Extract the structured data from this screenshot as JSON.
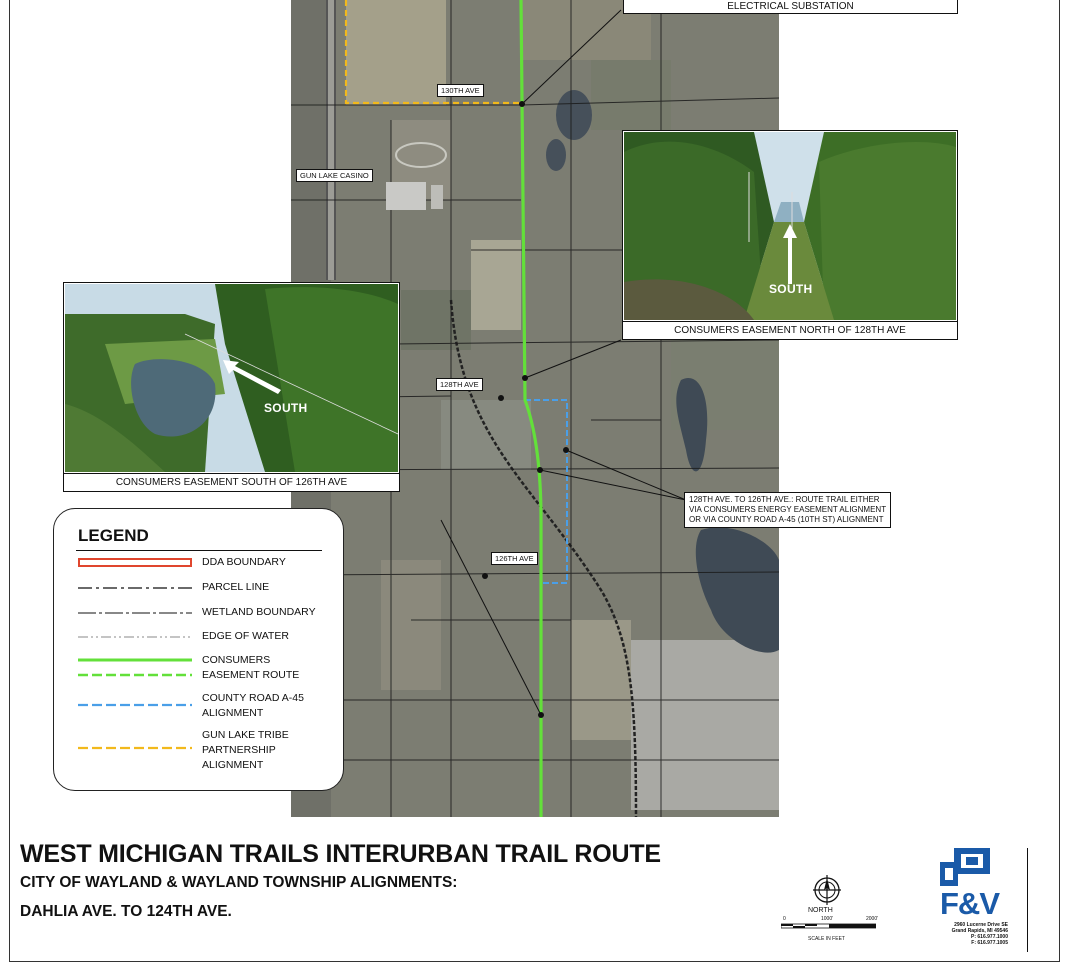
{
  "labels": {
    "substation": "ELECTRICAL SUBSTATION",
    "ave130": "130TH AVE",
    "casino": "GUN LAKE CASINO",
    "ave128": "128TH AVE",
    "ave126": "126TH AVE"
  },
  "photos": {
    "north": {
      "caption": "CONSUMERS EASEMENT NORTH OF 128TH AVE",
      "arrow_label": "SOUTH"
    },
    "south": {
      "caption": "CONSUMERS EASEMENT SOUTH OF 126TH AVE",
      "arrow_label": "SOUTH"
    }
  },
  "callout": {
    "lines": [
      "128TH AVE. TO 126TH AVE.: ROUTE TRAIL EITHER",
      "VIA CONSUMERS ENERGY EASEMENT ALIGNMENT",
      "OR VIA COUNTY ROAD A-45 (10TH ST) ALIGNMENT"
    ]
  },
  "legend": {
    "title": "LEGEND",
    "items": [
      {
        "label": "DDA BOUNDARY",
        "label2": "",
        "label3": "",
        "color": "#e0462e"
      },
      {
        "label": "PARCEL LINE",
        "label2": "",
        "label3": "",
        "color": "#111111"
      },
      {
        "label": "WETLAND BOUNDARY",
        "label2": "",
        "label3": "",
        "color": "#111111"
      },
      {
        "label": "EDGE OF WATER",
        "label2": "",
        "label3": "",
        "color": "#888888"
      },
      {
        "label": "CONSUMERS",
        "label2": "EASEMENT ROUTE",
        "label3": "",
        "color": "#63e03a"
      },
      {
        "label": "COUNTY ROAD A-45",
        "label2": "ALIGNMENT",
        "label3": "",
        "color": "#4a9fe8"
      },
      {
        "label": "GUN LAKE TRIBE",
        "label2": "PARTNERSHIP",
        "label3": "ALIGNMENT",
        "color": "#f2b91c"
      }
    ]
  },
  "title": {
    "main": "WEST MICHIGAN TRAILS INTERURBAN TRAIL ROUTE",
    "sub1": "CITY OF WAYLAND & WAYLAND TOWNSHIP ALIGNMENTS:",
    "sub2": "DAHLIA AVE. TO 124TH AVE."
  },
  "north": {
    "label": "NORTH"
  },
  "scale": {
    "caption": "SCALE IN FEET",
    "ticks": [
      "0",
      "1000'",
      "2000'"
    ]
  },
  "firm": {
    "logo": "F&V",
    "address": [
      "2960 Lucerne Drive SE",
      "Grand Rapids, MI 49546",
      "P: 616.977.1000",
      "F: 616.977.1005"
    ]
  },
  "colors": {
    "consumers_route": "#63e03a",
    "county_road": "#4a9fe8",
    "gun_lake": "#f2b91c",
    "dda": "#e0462e",
    "brand": "#1a5aa8"
  }
}
